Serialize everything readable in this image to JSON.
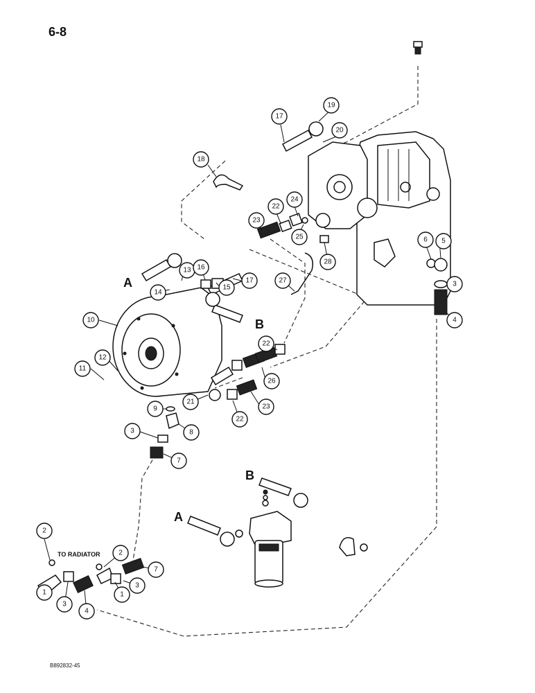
{
  "page_number": "6-8",
  "drawing_code": "B892832-45",
  "connection_labels": {
    "a_upper": "A",
    "b_upper": "B",
    "a_lower": "A",
    "b_lower": "B"
  },
  "to_radiator": "TO RADIATOR",
  "callouts": [
    "1",
    "1",
    "2",
    "2",
    "3",
    "3",
    "3",
    "3",
    "4",
    "4",
    "5",
    "6",
    "7",
    "7",
    "8",
    "9",
    "10",
    "11",
    "12",
    "13",
    "14",
    "15",
    "16",
    "17",
    "17",
    "18",
    "19",
    "20",
    "21",
    "22",
    "22",
    "22",
    "23",
    "23",
    "24",
    "25",
    "26",
    "27",
    "28"
  ]
}
